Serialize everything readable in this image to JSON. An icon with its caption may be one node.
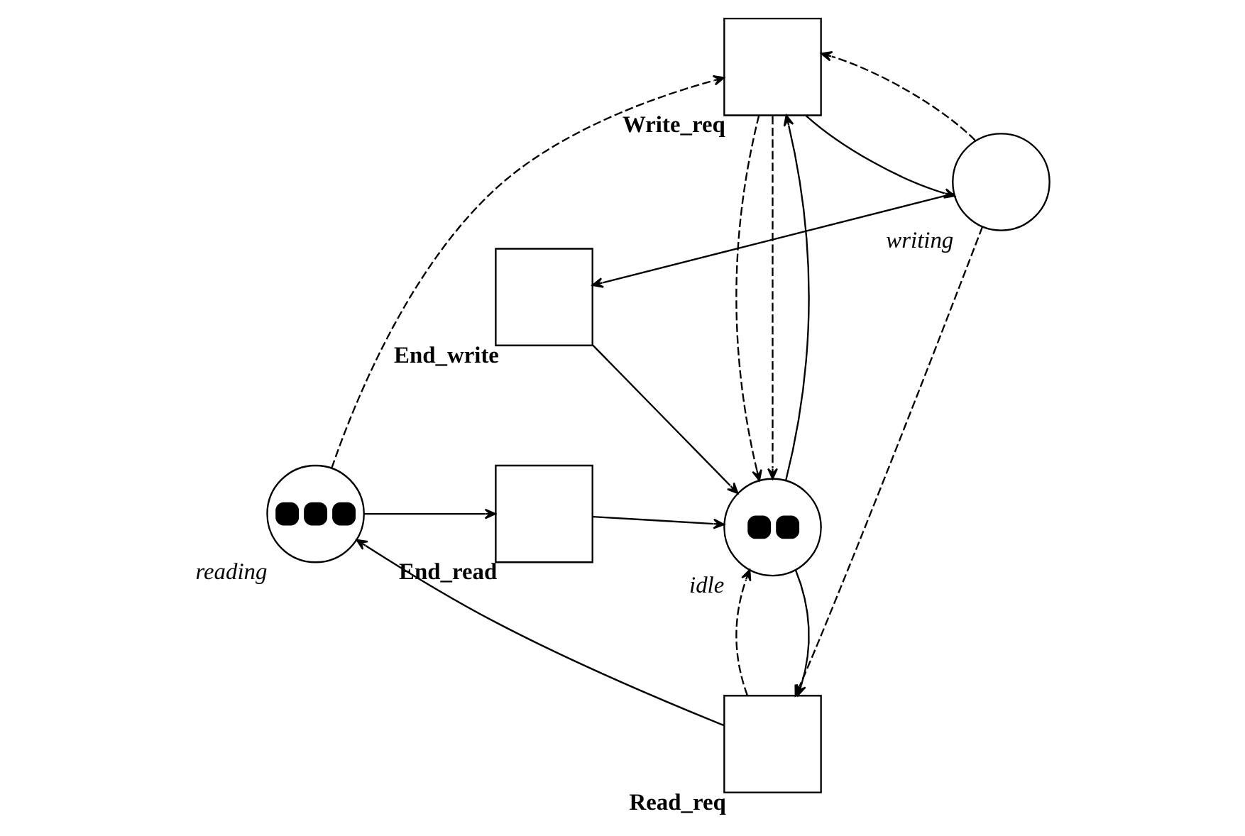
{
  "diagram": {
    "nodes": [
      {
        "text": [],
        "shape": "box",
        "beside": [
          "Read_req"
        ]
      },
      {
        "text": [],
        "shape": "circle",
        "beside": [
          "reading"
        ]
      },
      {
        "text": [],
        "shape": "box",
        "beside": [
          "End_read"
        ]
      },
      {
        "text": [],
        "shape": "circle",
        "beside": [
          "idle"
        ]
      },
      {
        "text": [],
        "shape": "box",
        "beside": [
          "End_write"
        ]
      },
      {
        "text": [],
        "shape": "circle",
        "beside": [
          "writing"
        ]
      },
      {
        "text": [],
        "shape": "box",
        "beside": [
          "Write_req"
        ]
      }
    ],
    "edges": [
      {
        "from": 0,
        "to": 1,
        "arrow": "to"
      },
      {
        "from": 1,
        "to": 2,
        "arrow": "to"
      },
      {
        "from": 2,
        "to": 3,
        "arrow": "to"
      },
      {
        "from": 4,
        "to": 3,
        "arrow": "to"
      },
      {
        "from": 5,
        "to": 4,
        "arrow": "to"
      },
      {
        "from": 3,
        "to": 0,
        "arrow": "to"
      },
      {
        "from": 0,
        "to": 3,
        "arrow": "to",
        "style": "dashed"
      },
      {
        "from": 5,
        "to": 0,
        "arrow": "to",
        "style": "dashed"
      },
      {
        "from": 1,
        "to": 6,
        "arrow": "to",
        "style": "dashed"
      },
      {
        "from": 3,
        "to": 6,
        "arrow": "to"
      },
      {
        "from": 6,
        "to": 3,
        "arrow": "to",
        "style": "dashed"
      },
      {
        "from": 6,
        "to": 3,
        "arrow": "to",
        "style": "dashed"
      },
      {
        "from": 6,
        "to": 5,
        "arrow": "to"
      },
      {
        "from": 5,
        "to": 6,
        "arrow": "to",
        "style": "dashed"
      }
    ]
  }
}
